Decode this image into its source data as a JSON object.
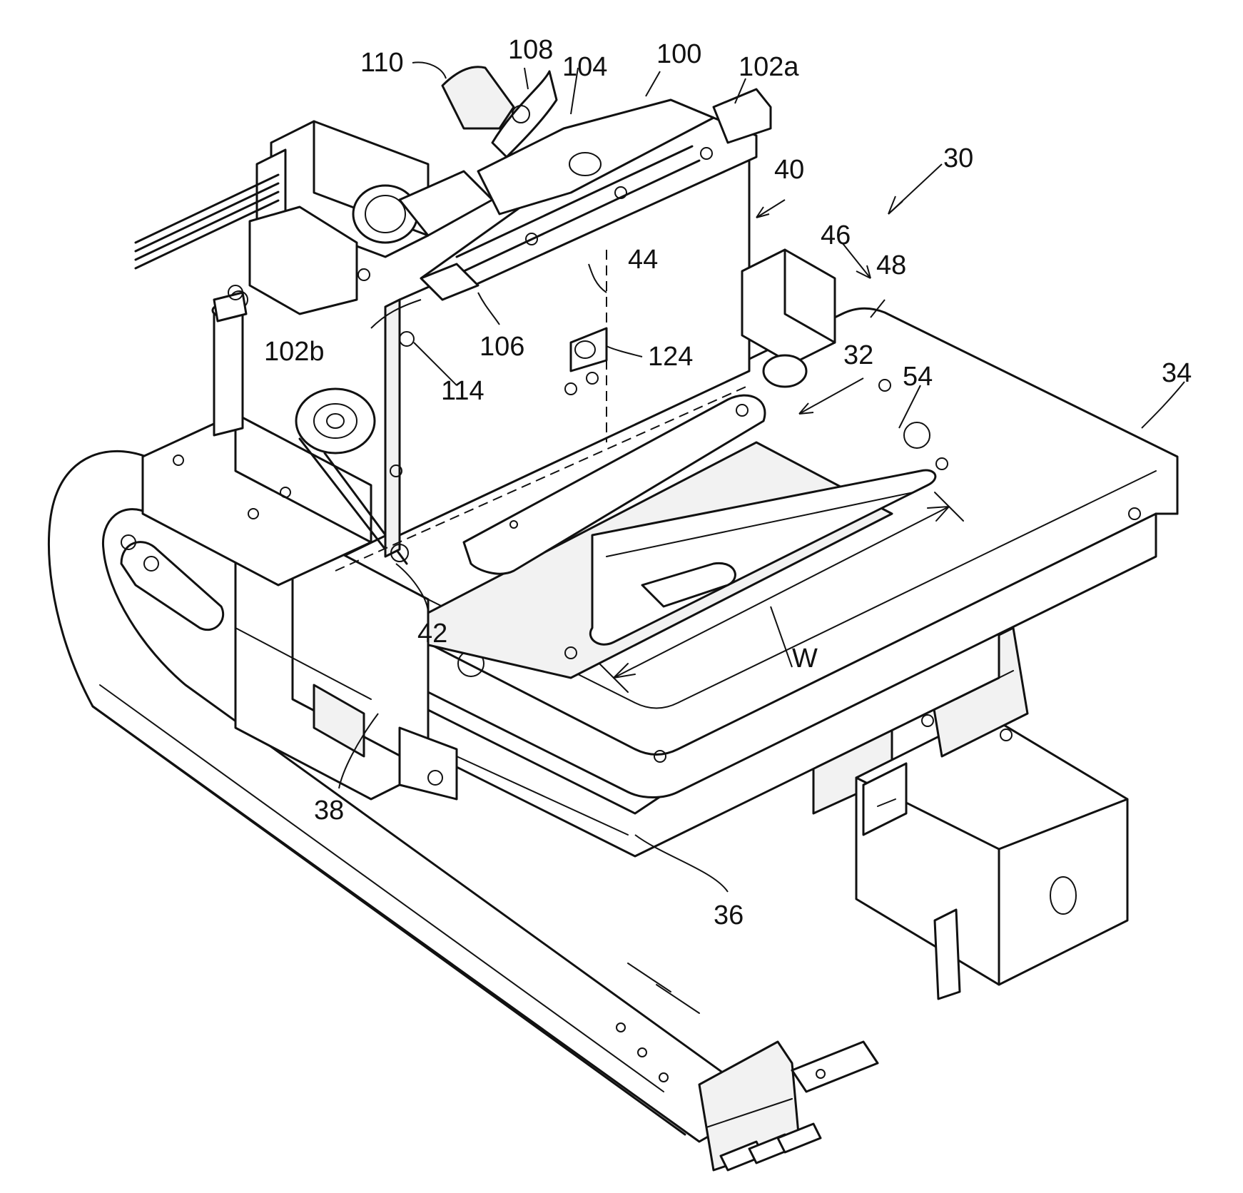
{
  "figure": {
    "reference_labels": [
      {
        "id": "label-110",
        "text": "110"
      },
      {
        "id": "label-108",
        "text": "108"
      },
      {
        "id": "label-104",
        "text": "104"
      },
      {
        "id": "label-100",
        "text": "100"
      },
      {
        "id": "label-102a",
        "text": "102a"
      },
      {
        "id": "label-30",
        "text": "30"
      },
      {
        "id": "label-40",
        "text": "40"
      },
      {
        "id": "label-46",
        "text": "46"
      },
      {
        "id": "label-48",
        "text": "48"
      },
      {
        "id": "label-44",
        "text": "44"
      },
      {
        "id": "label-102b",
        "text": "102b"
      },
      {
        "id": "label-106",
        "text": "106"
      },
      {
        "id": "label-124",
        "text": "124"
      },
      {
        "id": "label-114",
        "text": "114"
      },
      {
        "id": "label-32",
        "text": "32"
      },
      {
        "id": "label-54",
        "text": "54"
      },
      {
        "id": "label-34",
        "text": "34"
      },
      {
        "id": "label-42",
        "text": "42"
      },
      {
        "id": "label-W",
        "text": "W"
      },
      {
        "id": "label-38",
        "text": "38"
      },
      {
        "id": "label-36",
        "text": "36"
      }
    ]
  }
}
